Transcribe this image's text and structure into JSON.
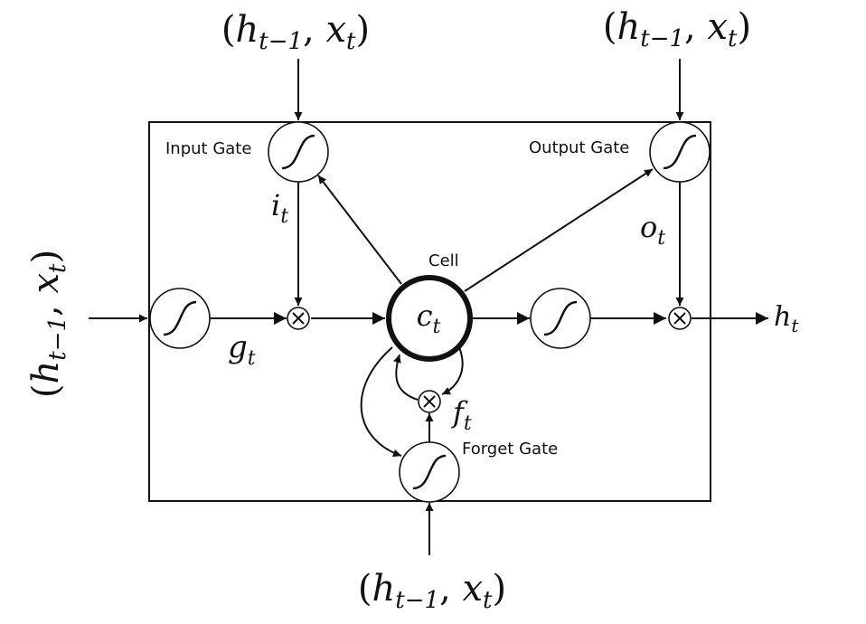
{
  "inputs": {
    "top_left": {
      "h": "h",
      "h_sub": "t−1",
      "x": "x",
      "x_sub": "t"
    },
    "top_right": {
      "h": "h",
      "h_sub": "t−1",
      "x": "x",
      "x_sub": "t"
    },
    "left": {
      "h": "h",
      "h_sub": "t−1",
      "x": "x",
      "x_sub": "t"
    },
    "bottom": {
      "h": "h",
      "h_sub": "t−1",
      "x": "x",
      "x_sub": "t"
    }
  },
  "gates": {
    "input_gate": "Input Gate",
    "output_gate": "Output Gate",
    "forget_gate": "Forget Gate",
    "cell": "Cell"
  },
  "symbols": {
    "i": {
      "base": "i",
      "sub": "t"
    },
    "o": {
      "base": "o",
      "sub": "t"
    },
    "g": {
      "base": "g",
      "sub": "t"
    },
    "f": {
      "base": "f",
      "sub": "t"
    },
    "c": {
      "base": "c",
      "sub": "t"
    },
    "h_out": {
      "base": "h",
      "sub": "t"
    }
  },
  "icons": {
    "sigmoid": "sigmoid-icon",
    "multiply": "multiply-icon"
  }
}
